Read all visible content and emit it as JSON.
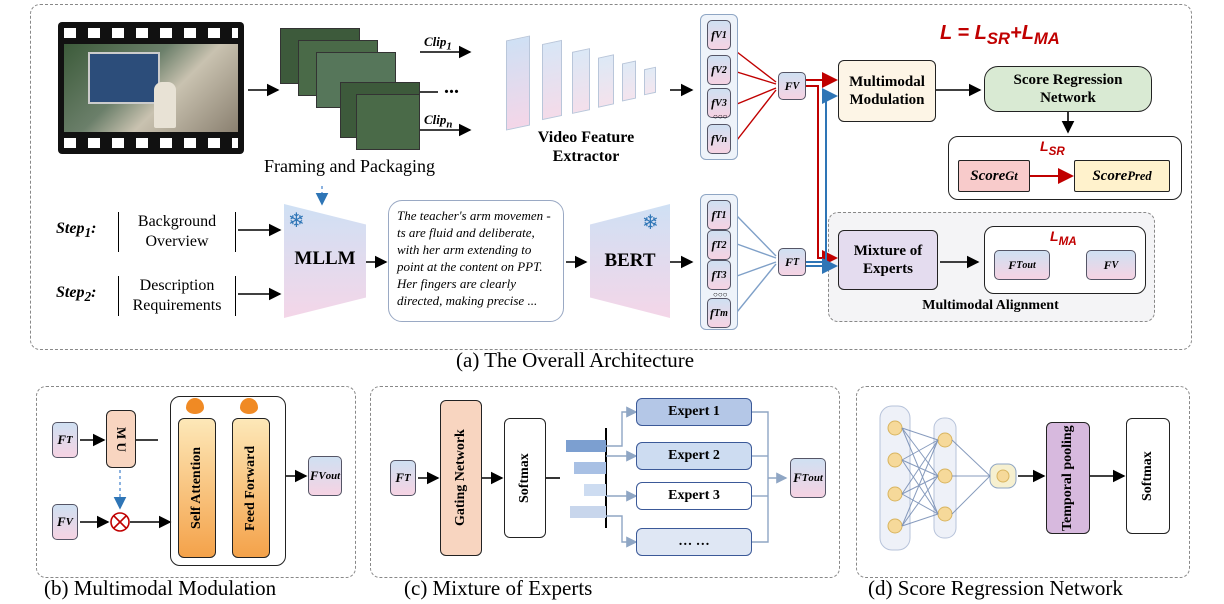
{
  "main": {
    "caption": "(a) The Overall Architecture",
    "loss_eq": {
      "L": "L",
      "eq": " = ",
      "lsr": "L",
      "lsr_sub": "SR",
      "plus": "+",
      "lma": "L",
      "lma_sub": "MA"
    },
    "framing_label": "Framing and Packaging",
    "clip1": {
      "base": "Clip",
      "sub": "1"
    },
    "clipn": {
      "base": "Clip",
      "sub": "n"
    },
    "ellipsis": "...",
    "video_extractor": "Video Feature Extractor",
    "f_v_labels": [
      "f",
      "f",
      "f",
      "f"
    ],
    "f_v_subs": [
      "1",
      "2",
      "3",
      "n"
    ],
    "f_v_sup": "V",
    "F_V": "F",
    "F_V_sup": "V",
    "multimodal_modulation": "Multimodal Modulation",
    "score_regression": "Score Regression Network",
    "lsr_label": {
      "base": "L",
      "sub": "SR"
    },
    "score_gt": {
      "base": "Score",
      "sub": "Gt"
    },
    "score_pred": {
      "base": "Score",
      "sub": "Pred"
    },
    "step1": {
      "base": "Step",
      "sub": "1",
      "colon": ":",
      "text": "Background Overview"
    },
    "step2": {
      "base": "Step",
      "sub": "2",
      "colon": ":",
      "text": "Description Requirements"
    },
    "mllm": "MLLM",
    "description_text": "The teacher's arm movemen -ts are fluid and deliberate, with her arm extending  to point at the content on PPT. Her fingers are clearly directed, making precise ...",
    "bert": "BERT",
    "f_t_subs": [
      "1",
      "2",
      "3",
      "m"
    ],
    "f_t_sup": "T",
    "F_T": "F",
    "F_T_sup": "T",
    "mixture_of_experts": "Mixture of Experts",
    "lma_label": {
      "base": "L",
      "sub": "MA"
    },
    "f_out": {
      "base": "F",
      "sup": "T",
      "sub": "out"
    },
    "f_v_box": {
      "base": "F",
      "sup": "V"
    },
    "multimodal_alignment": "Multimodal Alignment"
  },
  "panel_b": {
    "caption": "(b) Multimodal Modulation",
    "ft": {
      "base": "F",
      "sup": "T"
    },
    "fv": {
      "base": "F",
      "sup": "V"
    },
    "mu": "M U",
    "self_attention": "Self Attention",
    "feed_forward": "Feed Forward",
    "out": {
      "base": "F",
      "sup": "V",
      "sub": "out"
    }
  },
  "panel_c": {
    "caption": "(c) Mixture of Experts",
    "ft": {
      "base": "F",
      "sup": "T"
    },
    "gating": "Gating Network",
    "softmax": "Softmax",
    "experts": [
      "Expert 1",
      "Expert 2",
      "Expert 3",
      "… …"
    ],
    "out": {
      "base": "F",
      "sup": "T",
      "sub": "out"
    }
  },
  "panel_d": {
    "caption": "(d) Score Regression Network",
    "temporal": "Temporal pooling",
    "softmax": "Softmax"
  },
  "colors": {
    "red": "#c00000",
    "blue": "#2e75b6",
    "mm_fill": "#fdf5e6",
    "score_fill": "#d9ead3",
    "gt_fill": "#f8cbcb",
    "pred_fill": "#fff2cc",
    "moe_fill": "#e4dcef",
    "attention_fill": "#f4a24a",
    "gating_fill": "#f8d5c0",
    "temporal_fill": "#d7b9de"
  }
}
